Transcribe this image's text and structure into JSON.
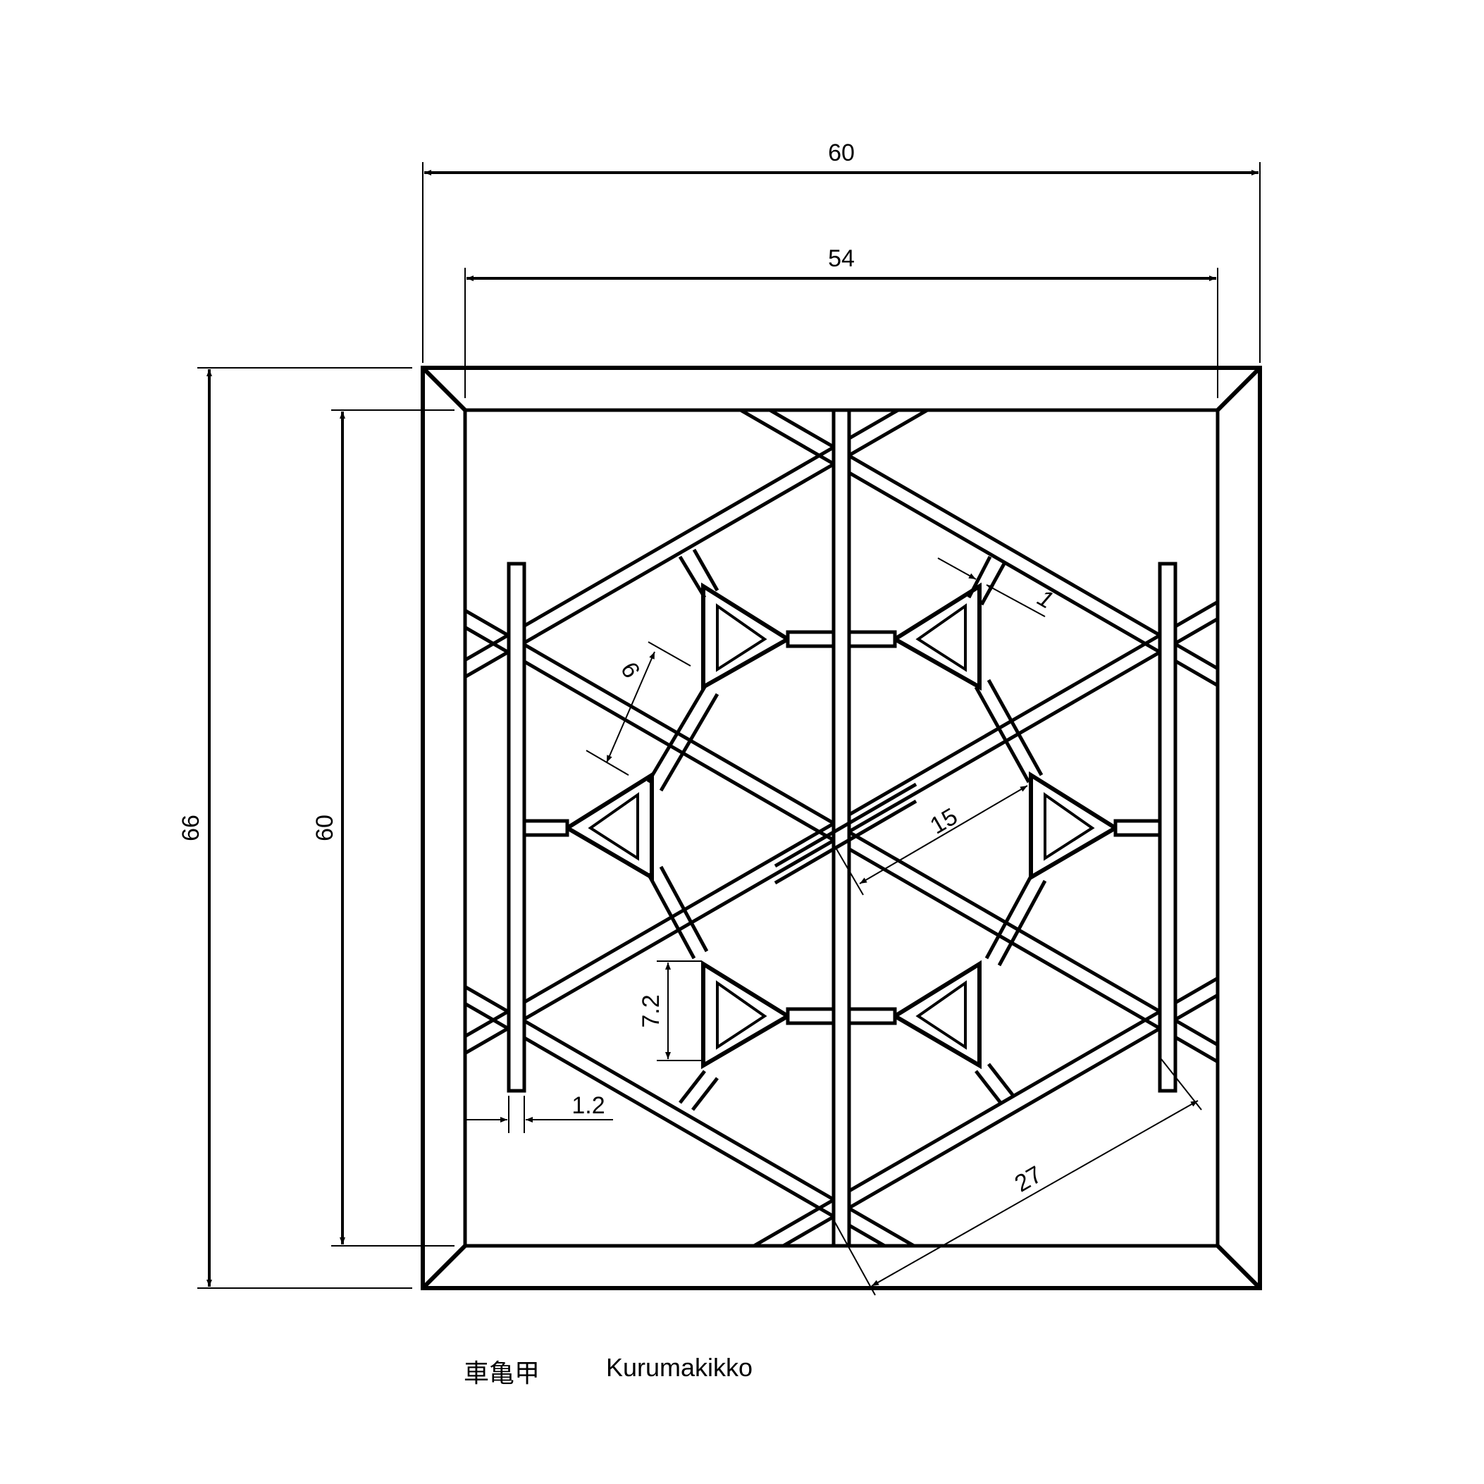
{
  "title": {
    "japanese": "車亀甲",
    "romaji": "Kurumakikko"
  },
  "dimensions": {
    "outer_width": "60",
    "inner_width": "54",
    "outer_height": "66",
    "inner_height": "60",
    "bar_width": "1",
    "side_bar_width": "1.2",
    "ring_segment": "9",
    "hexagon_apothem": "15",
    "triangle_height": "7.2",
    "band_spacing": "27"
  },
  "colors": {
    "line": "#000000",
    "background": "#ffffff"
  }
}
